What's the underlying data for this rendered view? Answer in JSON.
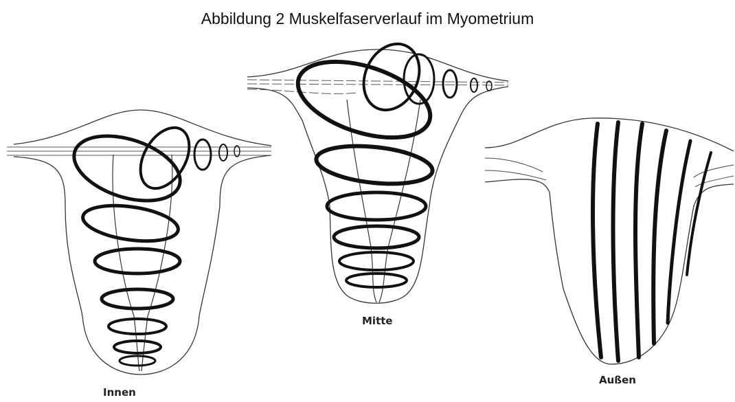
{
  "title": "Abbildung 2 Muskelfaserverlauf im Myometrium",
  "labels": {
    "inner": "Innen",
    "middle": "Mitte",
    "outer": "Außen"
  },
  "colors": {
    "outline": "#333333",
    "fiber": "#111111",
    "background": "#ffffff"
  }
}
